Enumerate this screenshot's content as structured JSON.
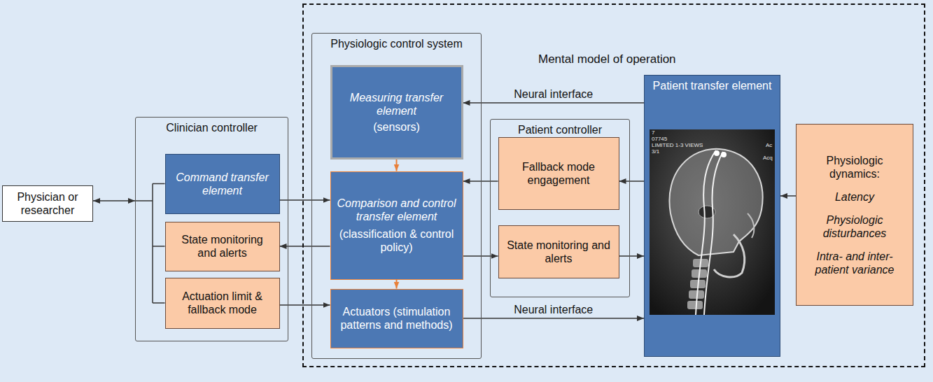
{
  "diagram": {
    "nodes": [
      {
        "text": [
          "Physician or researcher"
        ]
      },
      {
        "text": [
          "Clinician controller"
        ]
      },
      {
        "text": [
          "Command transfer element"
        ],
        "in": 1
      },
      {
        "text": [
          "State monitoring and alerts"
        ],
        "in": 1
      },
      {
        "text": [
          "Actuation limit & fallback mode"
        ],
        "in": 1
      },
      {
        "text": [
          "Mental model of operation"
        ]
      },
      {
        "text": [
          "Physiologic control system"
        ],
        "in": 5
      },
      {
        "text": [
          "Measuring transfer element",
          "(sensors)"
        ],
        "in": 6
      },
      {
        "text": [
          "Comparison and control transfer element",
          "(classification & control policy)"
        ],
        "in": 6
      },
      {
        "text": [
          "Actuators (stimulation patterns and methods)"
        ],
        "in": 6
      },
      {
        "text": [
          "Patient controller"
        ],
        "in": 5
      },
      {
        "text": [
          "Fallback mode engagement"
        ],
        "in": 10
      },
      {
        "text": [
          "State monitoring and alerts"
        ],
        "in": 10
      },
      {
        "text": [
          "Patient transfer element"
        ],
        "in": 5
      },
      {
        "text": [
          "Physiologic dynamics:",
          "Latency",
          "Physiologic disturbances",
          "Intra- and inter-patient variance"
        ],
        "in": 5
      }
    ],
    "edges": [
      {
        "from": 0,
        "to": 1,
        "arrow": "both"
      },
      {
        "from": 2,
        "to": 8,
        "arrow": "to"
      },
      {
        "from": 7,
        "to": 8,
        "arrow": "to"
      },
      {
        "from": 8,
        "to": 9,
        "arrow": "to"
      },
      {
        "from": 8,
        "to": 3,
        "arrow": "to"
      },
      {
        "from": 4,
        "to": 9,
        "arrow": "to"
      },
      {
        "from": 11,
        "to": 8,
        "arrow": "to"
      },
      {
        "from": 13,
        "to": 11,
        "arrow": "to"
      },
      {
        "from": 8,
        "to": 12,
        "arrow": "to"
      },
      {
        "from": 12,
        "to": 13,
        "arrow": "to"
      },
      {
        "from": 13,
        "to": 7,
        "label": "Neural interface",
        "arrow": "to"
      },
      {
        "from": 9,
        "to": 13,
        "label": "Neural interface",
        "arrow": "to"
      },
      {
        "from": 14,
        "to": 13,
        "arrow": "to"
      }
    ],
    "labels": [
      "7",
      "07745",
      "LIMITED 1-3 VIEWS",
      "3/1",
      "Ac",
      "Acq"
    ]
  }
}
